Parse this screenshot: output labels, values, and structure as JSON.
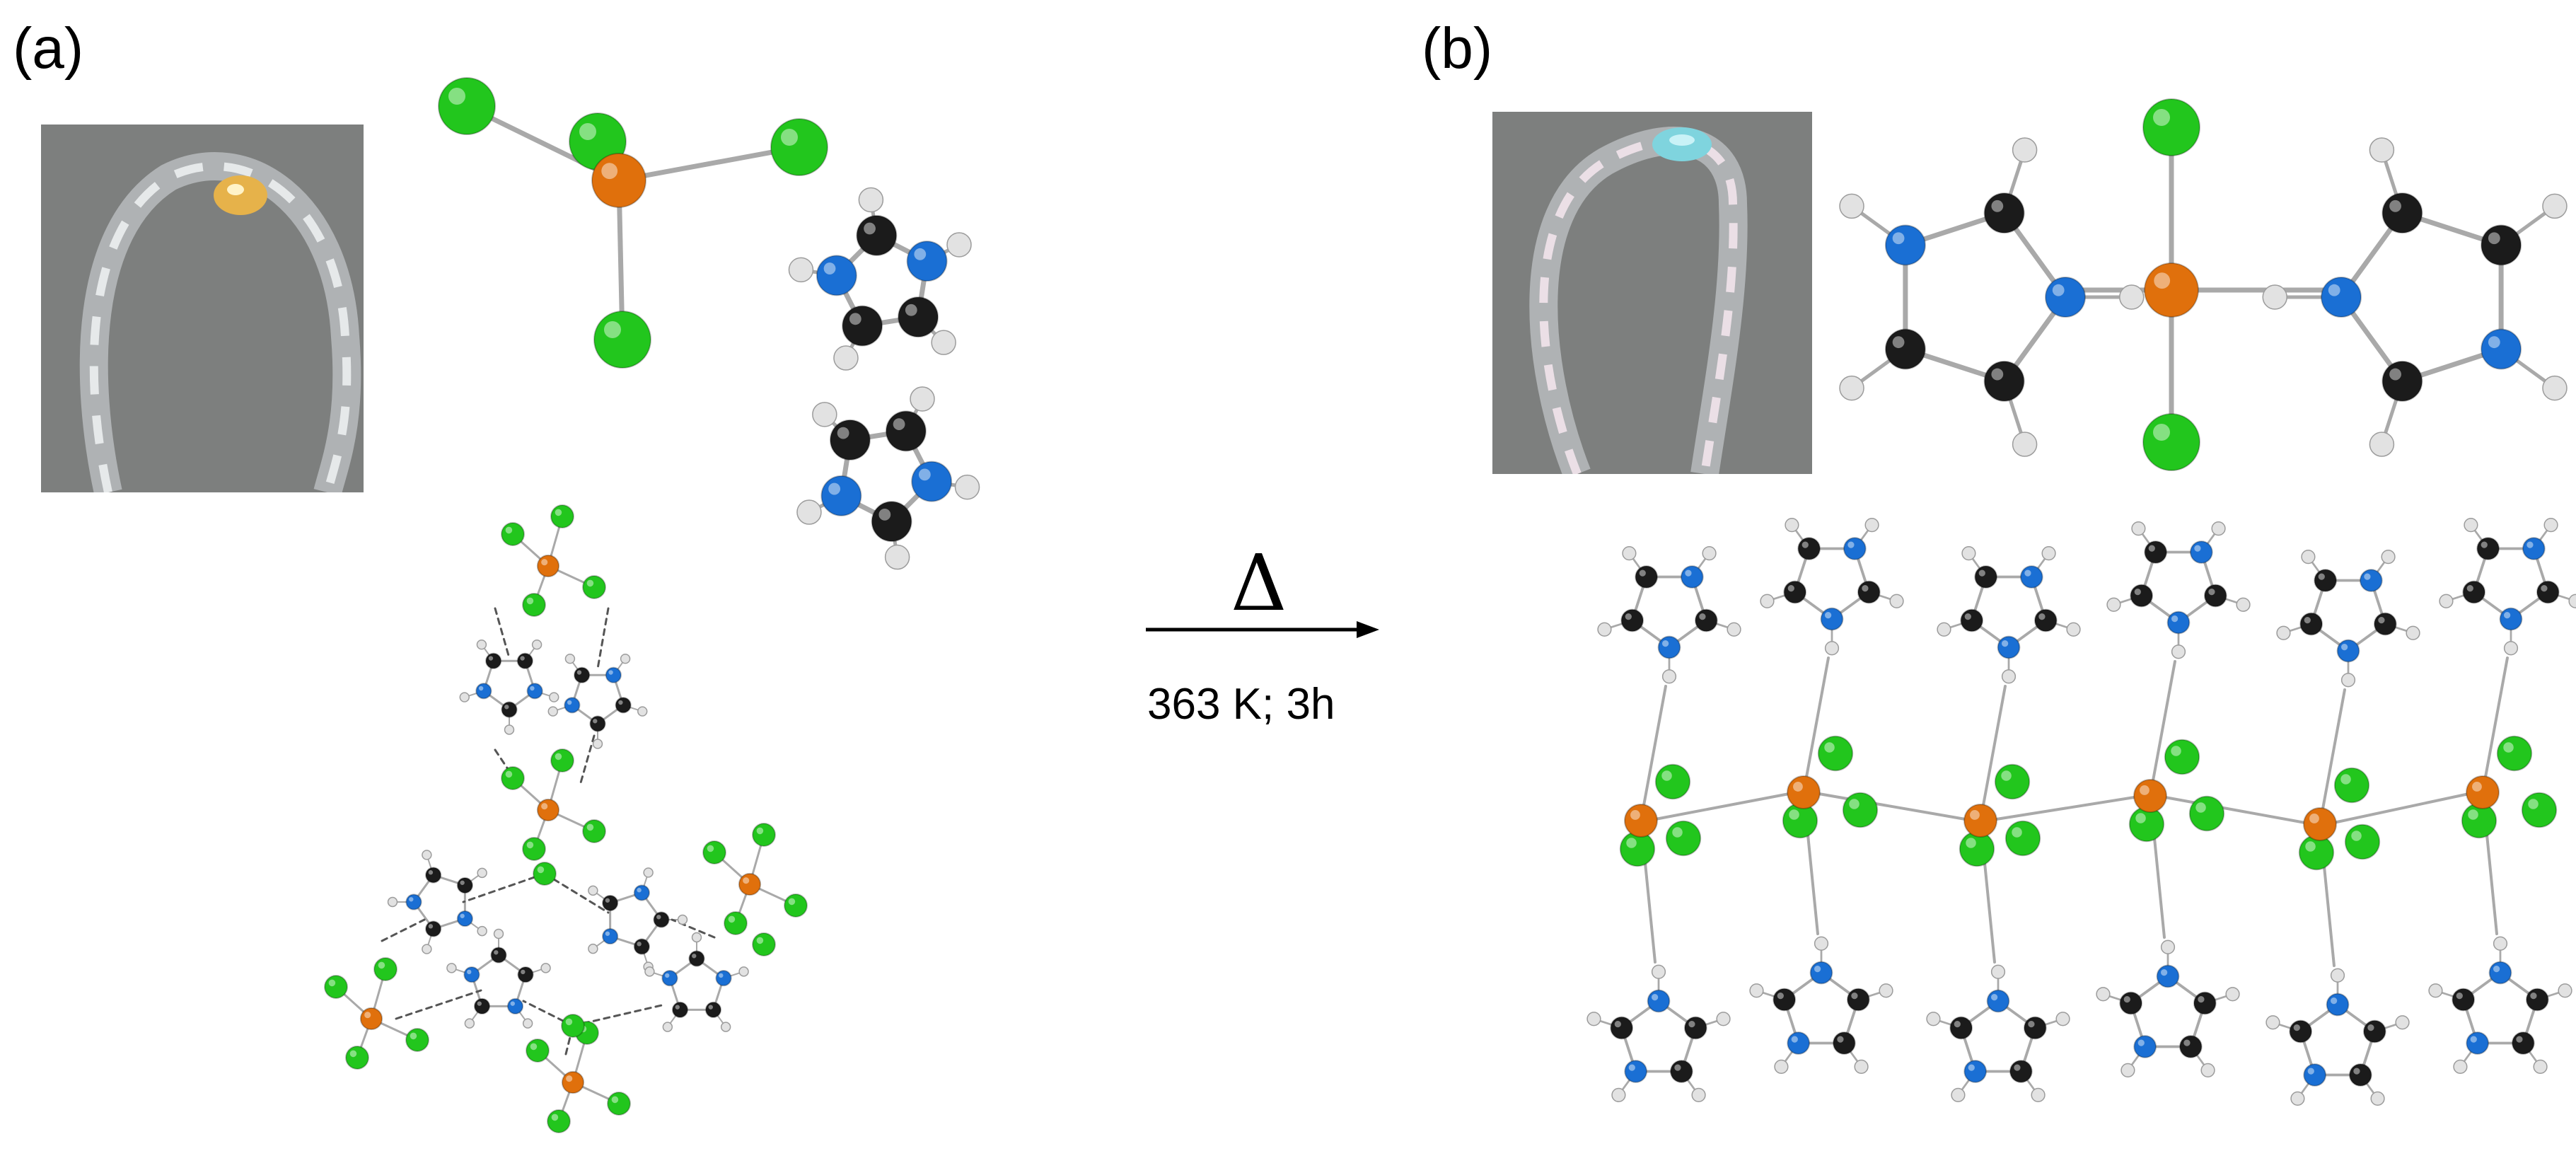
{
  "panels": {
    "a_label": "(a)",
    "b_label": "(b)"
  },
  "reaction": {
    "symbol": "Δ",
    "condition": "363 K; 3h"
  },
  "colors": {
    "chlorine": "#22c61d",
    "copper": "#e0700c",
    "nitrogen": "#1a6fd4",
    "carbon": "#1b1b1b",
    "hydrogen": "#e2e2e2",
    "bond": "#a9a9a9",
    "photo_bg": "#7d7f7e",
    "crystal_a": "#e6b24a",
    "crystal_b": "#7fd4de"
  },
  "icons": {
    "heat": "delta-symbol",
    "direction": "right-arrow"
  }
}
